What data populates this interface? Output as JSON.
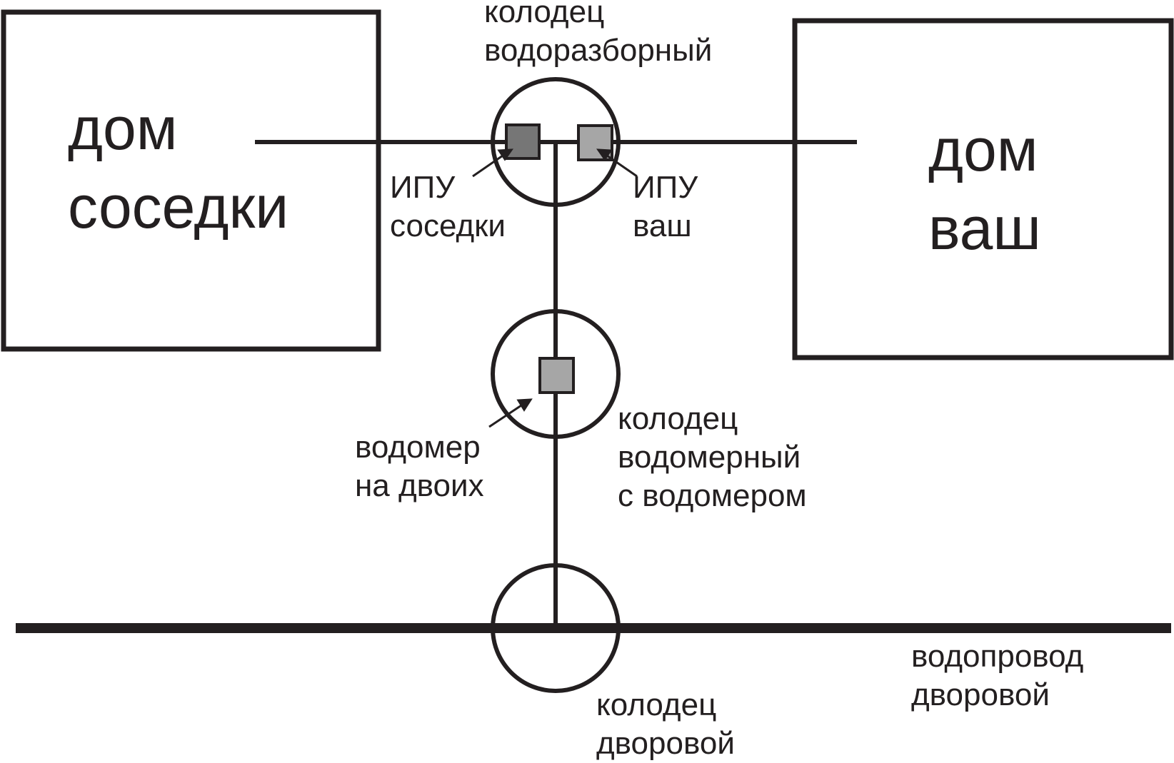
{
  "houses": {
    "neighbor": {
      "line1": "дом",
      "line2": "соседки"
    },
    "yours": {
      "line1": "дом",
      "line2": "ваш"
    }
  },
  "wells": {
    "supply": {
      "line1": "колодец",
      "line2": "водоразборный"
    },
    "meter": {
      "line1": "колодец",
      "line2": "водомерный",
      "line3": "с водомером"
    },
    "yard": {
      "line1": "колодец",
      "line2": "дворовой"
    }
  },
  "meters": {
    "ipu_neighbor": {
      "line1": "ИПУ",
      "line2": "соседки"
    },
    "ipu_yours": {
      "line1": "ИПУ",
      "line2": "ваш"
    },
    "shared": {
      "line1": "водомер",
      "line2": "на двоих"
    }
  },
  "pipe": {
    "line1": "водопровод",
    "line2": "дворовой"
  },
  "colors": {
    "stroke": "#231f20",
    "ipu_neighbor_fill": "#767676",
    "ipu_yours_fill": "#a6a6a6",
    "shared_meter_fill": "#a6a6a6"
  }
}
